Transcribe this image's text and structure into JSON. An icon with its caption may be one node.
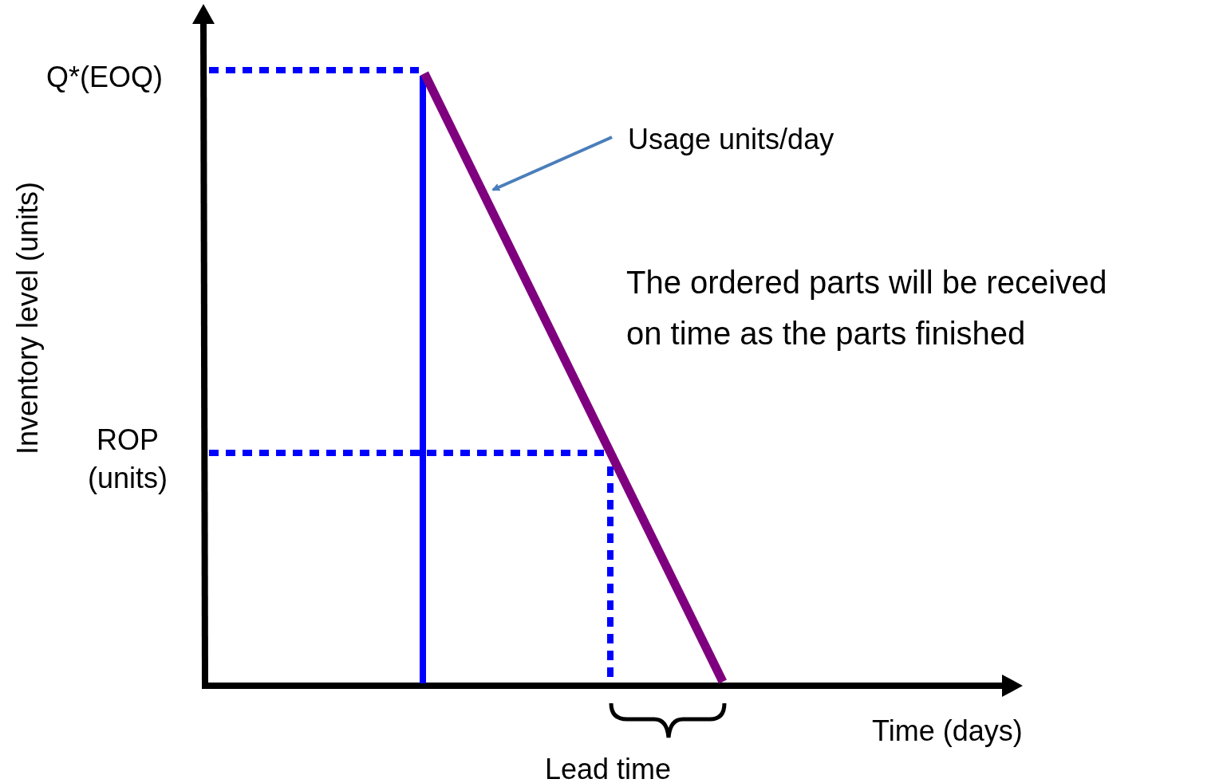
{
  "diagram": {
    "nodes": [
      {
        "text": [
          "Usage units/day"
        ]
      },
      {
        "text": [],
        "shape": "line"
      }
    ],
    "edges": [
      {
        "from": 0,
        "to": 1,
        "arrow": "to",
        "color": "#4a7ebb"
      }
    ],
    "labels": [
      "Q*(EOQ)",
      "Inventory level (units)",
      "The ordered parts will be received on time as the parts finished",
      "ROP (units)",
      "Lead time",
      "Time (days)"
    ]
  }
}
